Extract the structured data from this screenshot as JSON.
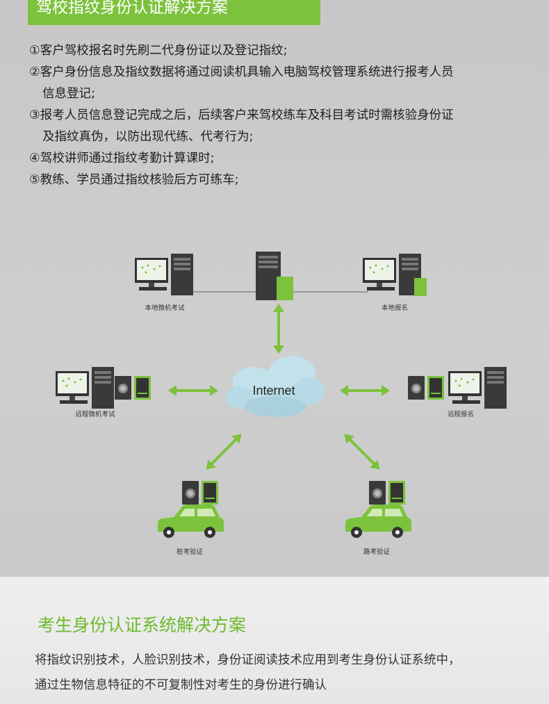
{
  "header": {
    "title": "驾校指纹身份认证解决方案"
  },
  "steps": [
    {
      "line1": "①客户驾校报名时先刷二代身份证以及登记指纹;",
      "line2": ""
    },
    {
      "line1": "②客户身份信息及指纹数据将通过阅读机具输入电脑驾校管理系统进行报考人员",
      "line2": "信息登记;"
    },
    {
      "line1": "③报考人员信息登记完成之后，后续客户来驾校练车及科目考试时需核验身份证",
      "line2": "及指纹真伪，以防出现代练、代考行为;"
    },
    {
      "line1": "④驾校讲师通过指纹考勤计算课时;",
      "line2": ""
    },
    {
      "line1": "⑤教练、学员通过指纹核验后方可练车;",
      "line2": ""
    }
  ],
  "diagram": {
    "cloud_label": "Internet",
    "nodes": {
      "local_exam": "本地微机考试",
      "local_register": "本地报名",
      "remote_exam": "远程微机考试",
      "remote_register": "远程报名",
      "pile_test": "桩考验证",
      "road_test": "路考验证"
    },
    "colors": {
      "accent": "#7cc23c",
      "device_dark": "#3a3a3a",
      "cloud": "#b7dbe6"
    }
  },
  "footer": {
    "title": "考生身份认证系统解决方案",
    "line1": "将指纹识别技术，人脸识别技术，身份证阅读技术应用到考生身份认证系统中，",
    "line2": "通过生物信息特征的不可复制性对考生的身份进行确认"
  }
}
